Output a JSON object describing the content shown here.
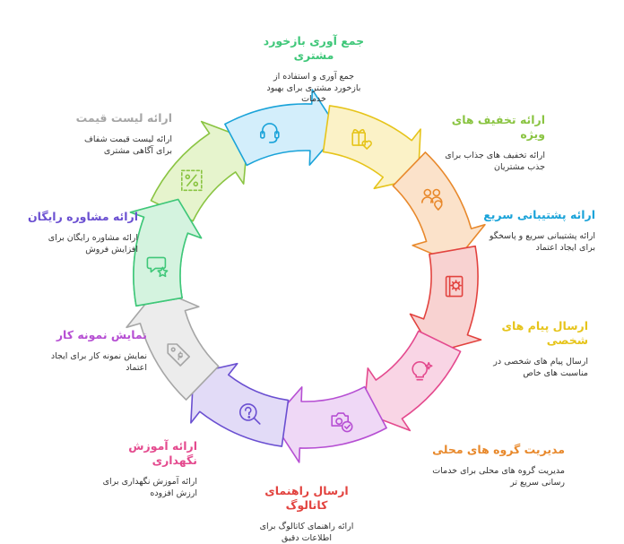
{
  "diagram": {
    "title": "",
    "steps": [
      {
        "id": "feedback",
        "title": "جمع آوری بازخورد مشتری",
        "desc": "جمع آوری و استفاده از بازخورد مشتری برای بهبود خدمات",
        "color": "#3fc779",
        "fill": "#d4f3df",
        "icon": "chat-star-icon"
      },
      {
        "id": "discounts",
        "title": "ارائه تخفیف های ویژه",
        "desc": "ارائه تخفیف های جذاب برای جذب مشتریان",
        "color": "#8ac442",
        "fill": "#e6f4cd",
        "icon": "percent-tag-icon"
      },
      {
        "id": "support",
        "title": "ارائه پشتیبانی سریع",
        "desc": "ارائه پشتیبانی سریع و پاسخگو برای ایجاد اعتماد",
        "color": "#1aa3d9",
        "fill": "#d3eefb",
        "icon": "headset-icon"
      },
      {
        "id": "messages",
        "title": "ارسال پیام های شخصی",
        "desc": "ارسال پیام های شخصی در مناسبت های خاص",
        "color": "#e6c41a",
        "fill": "#fbf2c7",
        "icon": "gift-heart-icon"
      },
      {
        "id": "groups",
        "title": "مدیریت گروه های محلی",
        "desc": "مدیریت گروه های محلی برای خدمات رسانی سریع تر",
        "color": "#e8892c",
        "fill": "#fbe2ca",
        "icon": "people-pin-icon"
      },
      {
        "id": "catalog",
        "title": "ارسال راهنمای کاتالوگ",
        "desc": "ارائه راهنمای کاتالوگ برای اطلاعات دقیق",
        "color": "#e2433f",
        "fill": "#f8d2d1",
        "icon": "book-gear-icon"
      },
      {
        "id": "care",
        "title": "ارائه آموزش نگهداری",
        "desc": "ارائه آموزش نگهداری برای ارزش افزوده",
        "color": "#e44a8e",
        "fill": "#f9d5e5",
        "icon": "lightbulb-icon"
      },
      {
        "id": "samples",
        "title": "نمایش نمونه کار",
        "desc": "نمایش نمونه کار برای ایجاد اعتماد",
        "color": "#b64fd3",
        "fill": "#efd8f6",
        "icon": "camera-check-icon"
      },
      {
        "id": "consult",
        "title": "ارائه مشاوره رایگان",
        "desc": "ارائه مشاوره رایگان برای افزایش فروش",
        "color": "#6a4fd1",
        "fill": "#e2dbf7",
        "icon": "question-search-icon"
      },
      {
        "id": "pricelist",
        "title": "ارائه لیست قیمت",
        "desc": "ارائه لیست قیمت شفاف برای آگاهی مشتری",
        "color": "#a6a6a6",
        "fill": "#ececec",
        "icon": "price-tag-icon"
      }
    ]
  }
}
